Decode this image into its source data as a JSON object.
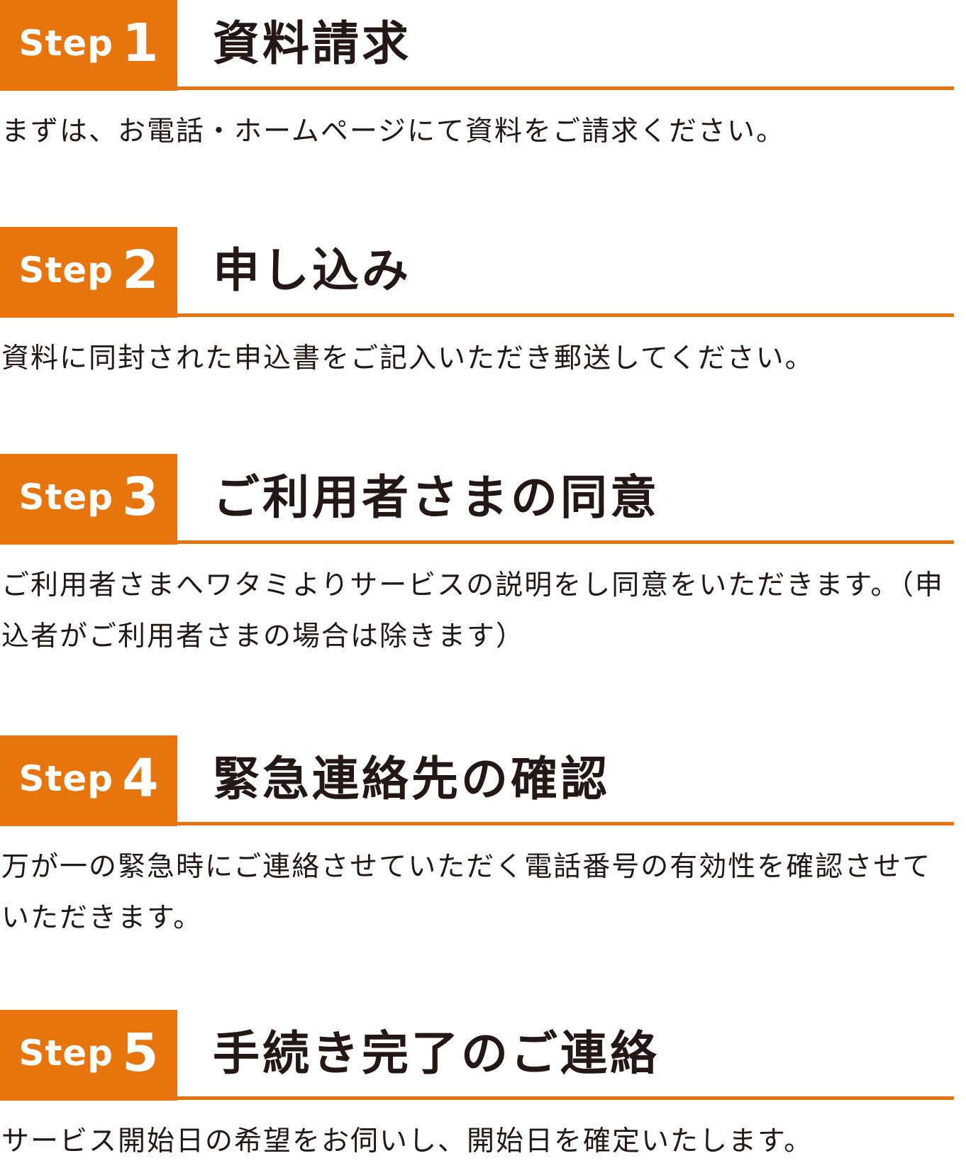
{
  "accent_color": "#e8740e",
  "steps": [
    {
      "word": "Step",
      "number": "1",
      "title": "資料請求",
      "text": "まずは、お電話・ホームページにて資料をご請求ください。"
    },
    {
      "word": "Step",
      "number": "2",
      "title": "申し込み",
      "text": "資料に同封された申込書をご記入いただき郵送してください。"
    },
    {
      "word": "Step",
      "number": "3",
      "title": "ご利用者さまの同意",
      "text": "ご利用者さまへワタミよりサービスの説明をし同意をいただきます。（申込者がご利用者さまの場合は除きます）"
    },
    {
      "word": "Step",
      "number": "4",
      "title": "緊急連絡先の確認",
      "text": "万が一の緊急時にご連絡させていただく電話番号の有効性を確認させていただきます。"
    },
    {
      "word": "Step",
      "number": "5",
      "title": "手続き完了のご連絡",
      "text": "サービス開始日の希望をお伺いし、開始日を確定いたします。"
    }
  ]
}
